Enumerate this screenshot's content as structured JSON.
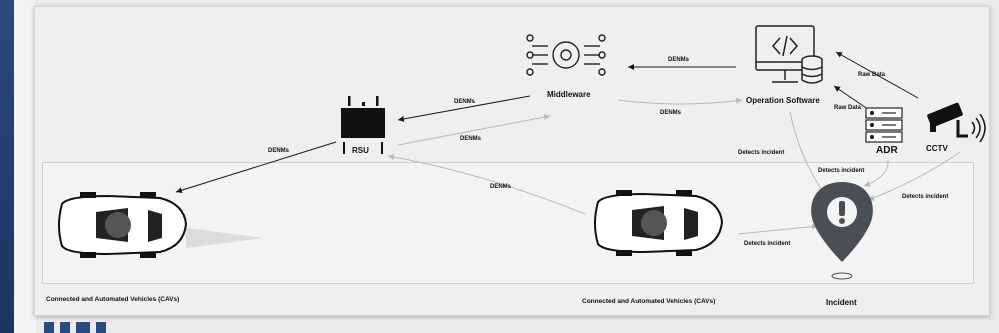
{
  "nodes": {
    "middleware": "Middleware",
    "operation_software": "Operation Software",
    "rsu": "RSU",
    "adr": "ADR",
    "cctv": "CCTV",
    "incident": "Incident"
  },
  "edges": {
    "denm_ops_to_middleware": "DENMs",
    "denm_middleware_to_ops": "DENMs",
    "denm_middleware_to_rsu": "DENMs",
    "denm_rsu_to_middleware": "DENMs",
    "denm_rsu_to_left_car": "DENMs",
    "denm_right_car_to_rsu": "DENMs",
    "raw_data_cctv": "Raw Data",
    "raw_data_adr": "Raw Data",
    "detects_incident_ops": "Detects incident",
    "detects_incident_adr": "Detects incident",
    "detects_incident_cctv": "Detects incident",
    "detects_incident_car": "Detects incident"
  },
  "captions": {
    "cavs_left": "Connected and Automated Vehicles (CAVs)",
    "cavs_right": "Connected and Automated Vehicles (CAVs)"
  },
  "colors": {
    "arrow_dark": "#1a1a1a",
    "arrow_light": "#b9b9b9",
    "frame_blue": "#2b4a7a"
  }
}
